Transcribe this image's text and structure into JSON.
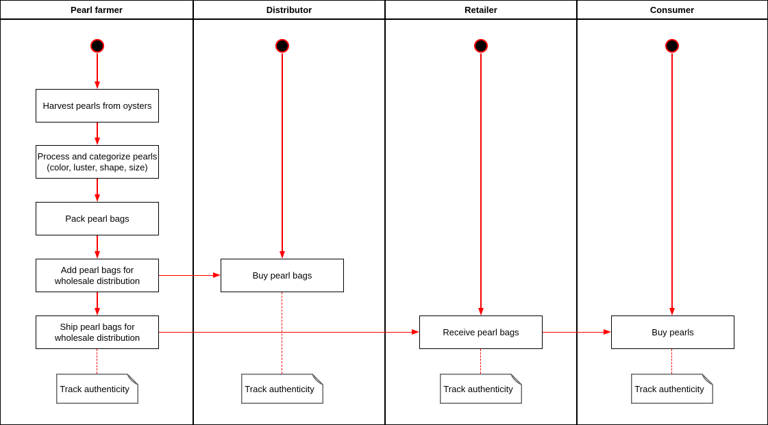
{
  "diagram": {
    "type": "swimlane-activity-diagram",
    "lanes": [
      {
        "label": "Pearl farmer",
        "steps": [
          {
            "lines": [
              "Harvest pearls from oysters"
            ]
          },
          {
            "lines": [
              "Process and categorize pearls",
              "(color, luster, shape, size)"
            ]
          },
          {
            "lines": [
              "Pack pearl bags"
            ]
          },
          {
            "lines": [
              "Add pearl bags for",
              "wholesale distribution"
            ]
          },
          {
            "lines": [
              "Ship pearl bags for",
              "wholesale distribution"
            ]
          }
        ],
        "note": "Track authenticity"
      },
      {
        "label": "Distributor",
        "steps": [
          {
            "lines": [
              "Buy pearl bags"
            ]
          }
        ],
        "note": "Track authenticity"
      },
      {
        "label": "Retailer",
        "steps": [
          {
            "lines": [
              "Receive pearl bags"
            ]
          }
        ],
        "note": "Track authenticity"
      },
      {
        "label": "Consumer",
        "steps": [
          {
            "lines": [
              "Buy pearls"
            ]
          }
        ],
        "note": "Track authenticity"
      }
    ],
    "colors": {
      "flow_arrow": "#ff0000",
      "shape_border": "#000000",
      "shape_fill": "#ffffff",
      "note_border": "#666666",
      "start_node_fill": "#000000",
      "start_node_ring": "#ff0000",
      "background": "#ffffff"
    }
  }
}
